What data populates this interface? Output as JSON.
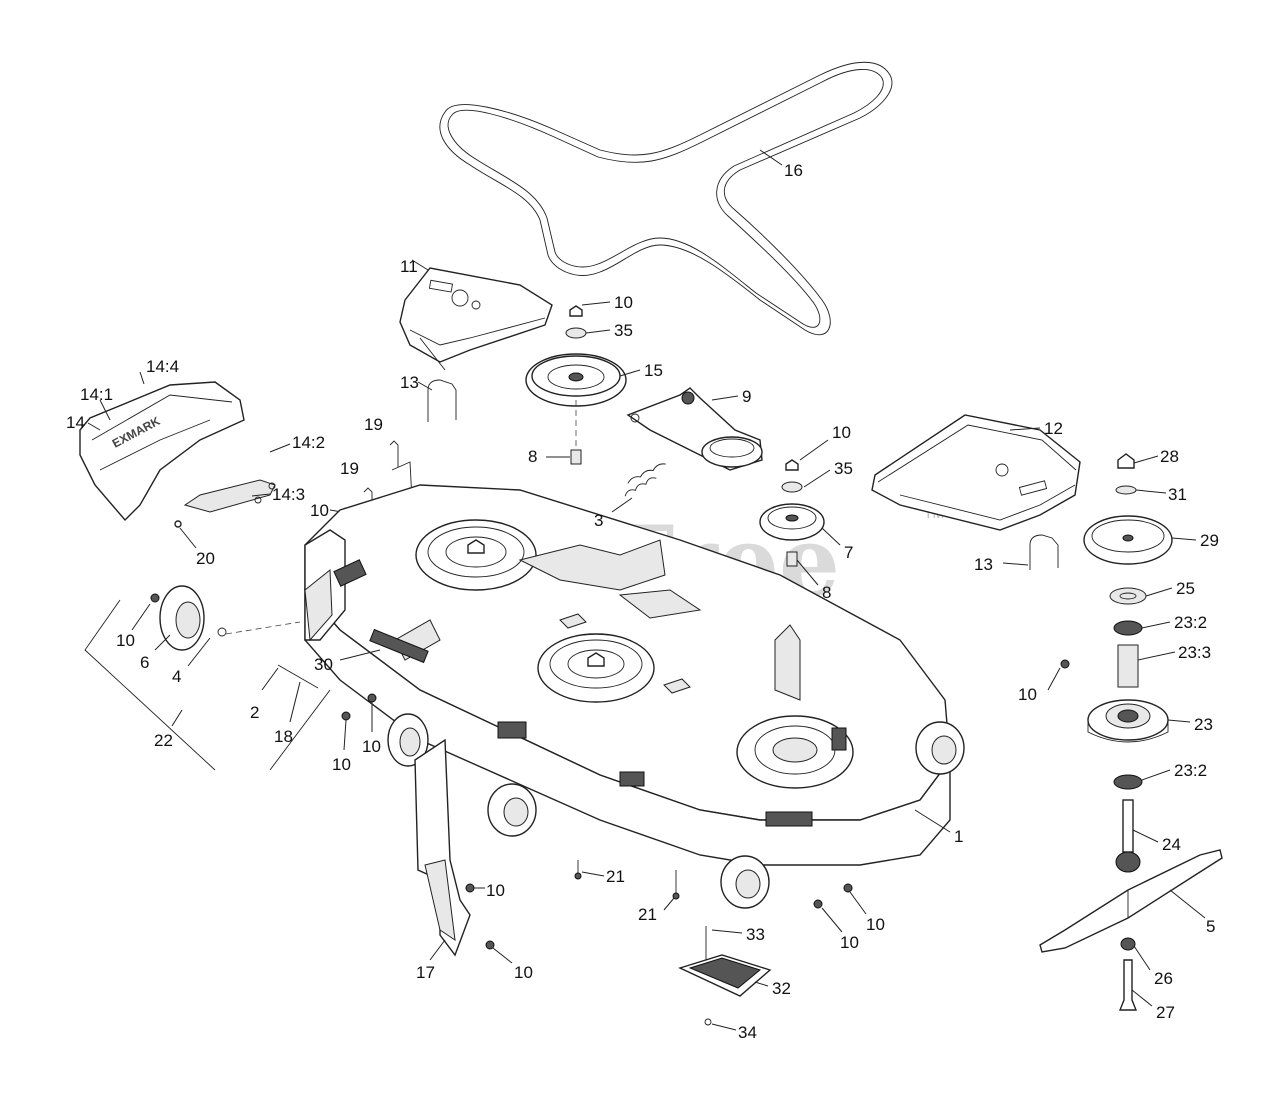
{
  "watermark": {
    "text": "PartsTree",
    "tm": "TM"
  },
  "callouts": [
    {
      "id": "c16",
      "label": "16"
    },
    {
      "id": "c11",
      "label": "11"
    },
    {
      "id": "c10a",
      "label": "10"
    },
    {
      "id": "c35a",
      "label": "35"
    },
    {
      "id": "c15",
      "label": "15"
    },
    {
      "id": "c9",
      "label": "9"
    },
    {
      "id": "c13a",
      "label": "13"
    },
    {
      "id": "c14_4",
      "label": "14:4"
    },
    {
      "id": "c14_1",
      "label": "14:1"
    },
    {
      "id": "c14",
      "label": "14"
    },
    {
      "id": "c14_2",
      "label": "14:2"
    },
    {
      "id": "c14_3",
      "label": "14:3"
    },
    {
      "id": "c19a",
      "label": "19"
    },
    {
      "id": "c19b",
      "label": "19"
    },
    {
      "id": "c10b",
      "label": "10"
    },
    {
      "id": "c20",
      "label": "20"
    },
    {
      "id": "c8a",
      "label": "8"
    },
    {
      "id": "c3",
      "label": "3"
    },
    {
      "id": "c10c",
      "label": "10"
    },
    {
      "id": "c35b",
      "label": "35"
    },
    {
      "id": "c12",
      "label": "12"
    },
    {
      "id": "c7",
      "label": "7"
    },
    {
      "id": "c8b",
      "label": "8"
    },
    {
      "id": "c13b",
      "label": "13"
    },
    {
      "id": "c28",
      "label": "28"
    },
    {
      "id": "c31",
      "label": "31"
    },
    {
      "id": "c29",
      "label": "29"
    },
    {
      "id": "c25",
      "label": "25"
    },
    {
      "id": "c23_2a",
      "label": "23:2"
    },
    {
      "id": "c23_3",
      "label": "23:3"
    },
    {
      "id": "c10d",
      "label": "10"
    },
    {
      "id": "c23",
      "label": "23"
    },
    {
      "id": "c23_2b",
      "label": "23:2"
    },
    {
      "id": "c24",
      "label": "24"
    },
    {
      "id": "c1",
      "label": "1"
    },
    {
      "id": "c5",
      "label": "5"
    },
    {
      "id": "c26",
      "label": "26"
    },
    {
      "id": "c27",
      "label": "27"
    },
    {
      "id": "c10e",
      "label": "10"
    },
    {
      "id": "c6",
      "label": "6"
    },
    {
      "id": "c4",
      "label": "4"
    },
    {
      "id": "c30",
      "label": "30"
    },
    {
      "id": "c2",
      "label": "2"
    },
    {
      "id": "c18",
      "label": "18"
    },
    {
      "id": "c22",
      "label": "22"
    },
    {
      "id": "c10f",
      "label": "10"
    },
    {
      "id": "c10g",
      "label": "10"
    },
    {
      "id": "c21a",
      "label": "21"
    },
    {
      "id": "c21b",
      "label": "21"
    },
    {
      "id": "c10h",
      "label": "10"
    },
    {
      "id": "c17",
      "label": "17"
    },
    {
      "id": "c10i",
      "label": "10"
    },
    {
      "id": "c33",
      "label": "33"
    },
    {
      "id": "c32",
      "label": "32"
    },
    {
      "id": "c34",
      "label": "34"
    },
    {
      "id": "c10j",
      "label": "10"
    },
    {
      "id": "c10k",
      "label": "10"
    }
  ]
}
